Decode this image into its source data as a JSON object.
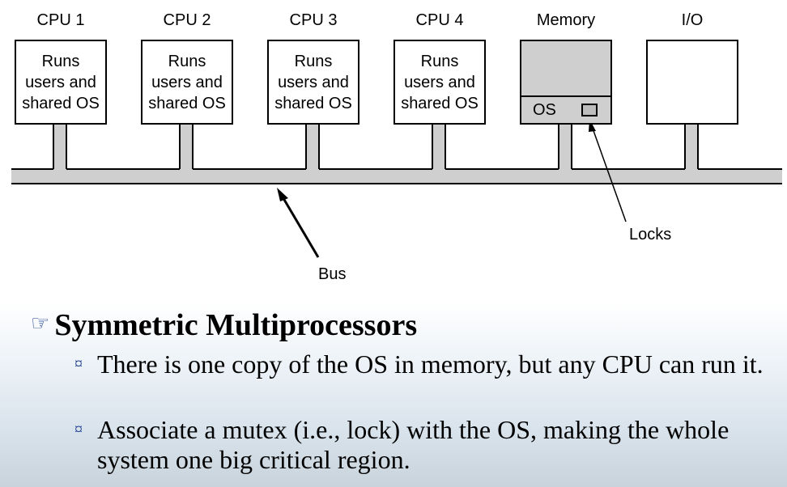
{
  "diagram": {
    "components": [
      {
        "label": "CPU 1",
        "content": [
          "Runs",
          "users and",
          "shared OS"
        ]
      },
      {
        "label": "CPU 2",
        "content": [
          "Runs",
          "users and",
          "shared OS"
        ]
      },
      {
        "label": "CPU 3",
        "content": [
          "Runs",
          "users and",
          "shared OS"
        ]
      },
      {
        "label": "CPU 4",
        "content": [
          "Runs",
          "users and",
          "shared OS"
        ]
      },
      {
        "label": "Memory",
        "content_os": "OS"
      },
      {
        "label": "I/O"
      }
    ],
    "bus_label": "Bus",
    "locks_label": "Locks"
  },
  "slide": {
    "heading": "Symmetric Multiprocessors",
    "bullets": [
      "There is one copy of the OS in memory, but any CPU can run it.",
      "Associate a mutex (i.e., lock) with the OS, making the whole system one big critical region."
    ]
  },
  "colors": {
    "bullet_mark": "#1a3b8c",
    "memory_fill": "#cfcfcf",
    "bus_fill": "#cfcfcf"
  },
  "icons": {
    "heading_marker": "pointing-hand-icon",
    "bullet_marker": "currency-sign-icon"
  }
}
